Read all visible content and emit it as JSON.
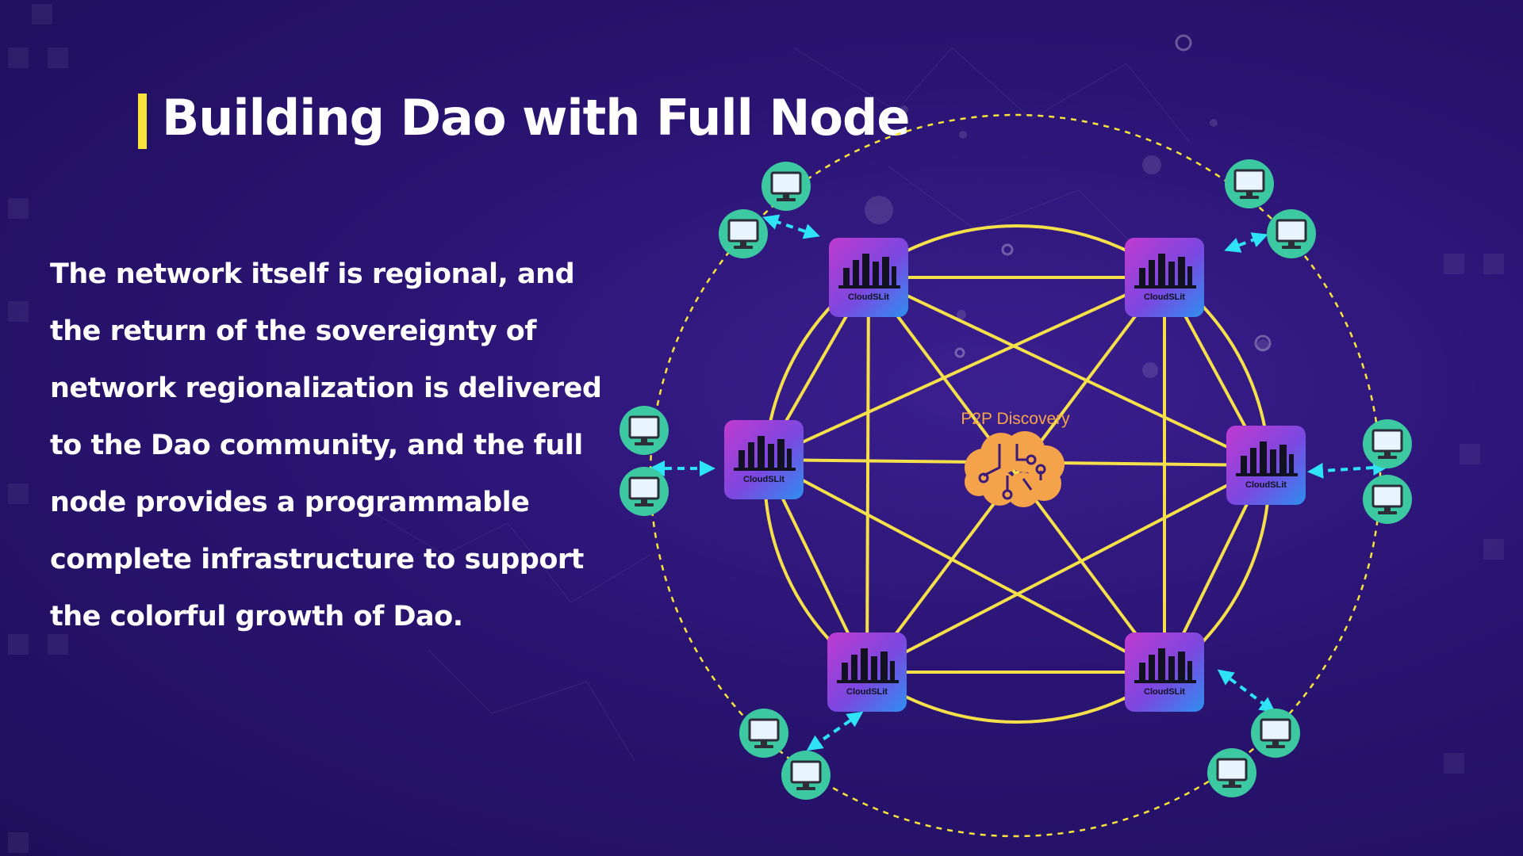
{
  "title": "Building Dao with Full Node",
  "body_text": "The network itself is regional, and the return of the sovereignty of network regionalization is delivered to the Dao community, and the full node provides a programmable complete infrastructure to support the colorful growth of Dao.",
  "diagram": {
    "center_label": "P2P Discovery",
    "node_label": "CloudSLit",
    "colors": {
      "accent": "#f7e33a",
      "link": "#f5e04a",
      "arrow": "#2ee3f5",
      "client": "#3cc8a0",
      "center": "#f5a34a",
      "label": "#f5a34a"
    }
  }
}
